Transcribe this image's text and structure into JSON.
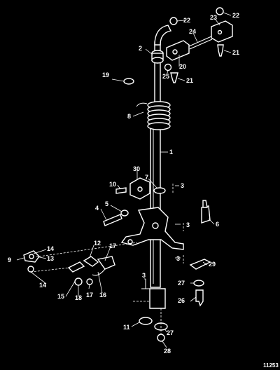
{
  "figure_id": "11253",
  "callouts": [
    "1",
    "2",
    "3",
    "4",
    "5",
    "6",
    "7",
    "8",
    "9",
    "10",
    "11",
    "12",
    "13",
    "14",
    "15",
    "16",
    "17",
    "18",
    "19",
    "20",
    "21",
    "22",
    "23",
    "24",
    "25",
    "26",
    "27",
    "28",
    "29",
    "30"
  ]
}
